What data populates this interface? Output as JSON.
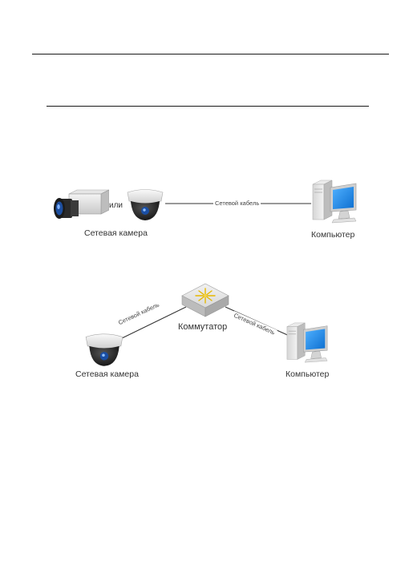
{
  "diagram1": {
    "or_label": "или",
    "camera_label": "Сетевая камера",
    "cable_label": "Сетевой кабель",
    "computer_label": "Компьютер"
  },
  "diagram2": {
    "switch_label": "Коммутатор",
    "cable_left_label": "Сетевой кабель",
    "cable_right_label": "Сетевой кабель",
    "camera_label": "Сетевая камера",
    "computer_label": "Компьютер"
  }
}
